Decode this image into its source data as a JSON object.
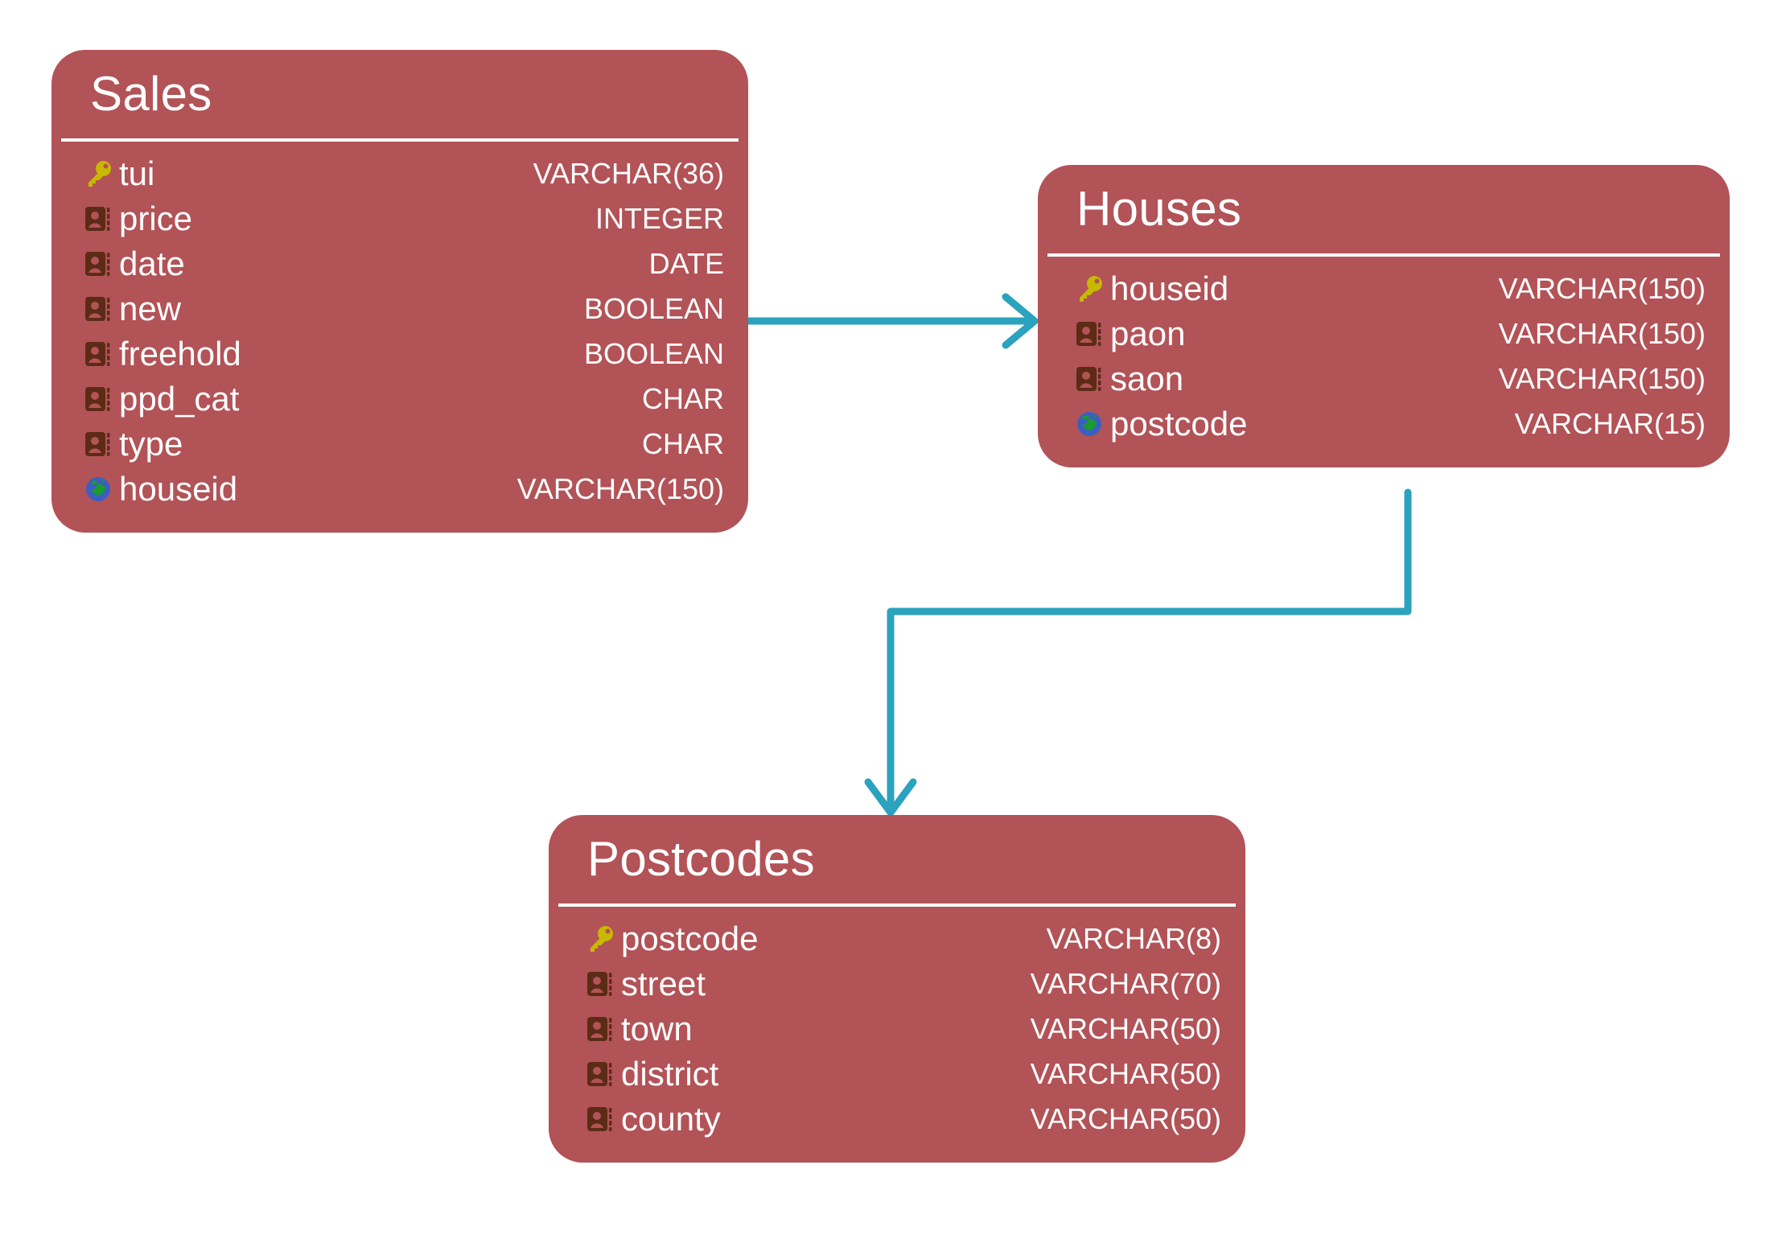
{
  "diagram": {
    "type": "entity-relationship-diagram",
    "background_color": "#ffffff",
    "entity_color": "#b25357",
    "text_color": "#ffffff",
    "connector_color": "#2ba2be",
    "icon_colors": {
      "primary-key": "#c8b800",
      "attribute": "#5c2b16",
      "foreign-key-globe-ocean": "#3b5fc0",
      "foreign-key-globe-land": "#1a9c2e"
    }
  },
  "entities": [
    {
      "name": "Sales",
      "fields": [
        {
          "icon": "key-icon",
          "key": "primary",
          "name": "tui",
          "type": "VARCHAR(36)"
        },
        {
          "icon": "card-icon",
          "key": "none",
          "name": "price",
          "type": "INTEGER"
        },
        {
          "icon": "card-icon",
          "key": "none",
          "name": "date",
          "type": "DATE"
        },
        {
          "icon": "card-icon",
          "key": "none",
          "name": "new",
          "type": "BOOLEAN"
        },
        {
          "icon": "card-icon",
          "key": "none",
          "name": "freehold",
          "type": "BOOLEAN"
        },
        {
          "icon": "card-icon",
          "key": "none",
          "name": "ppd_cat",
          "type": "CHAR"
        },
        {
          "icon": "card-icon",
          "key": "none",
          "name": "type",
          "type": "CHAR"
        },
        {
          "icon": "globe-icon",
          "key": "foreign",
          "name": "houseid",
          "type": "VARCHAR(150)"
        }
      ]
    },
    {
      "name": "Houses",
      "fields": [
        {
          "icon": "key-icon",
          "key": "primary",
          "name": "houseid",
          "type": "VARCHAR(150)"
        },
        {
          "icon": "card-icon",
          "key": "none",
          "name": "paon",
          "type": "VARCHAR(150)"
        },
        {
          "icon": "card-icon",
          "key": "none",
          "name": "saon",
          "type": "VARCHAR(150)"
        },
        {
          "icon": "globe-icon",
          "key": "foreign",
          "name": "postcode",
          "type": "VARCHAR(15)"
        }
      ]
    },
    {
      "name": "Postcodes",
      "fields": [
        {
          "icon": "key-icon",
          "key": "primary",
          "name": "postcode",
          "type": "VARCHAR(8)"
        },
        {
          "icon": "card-icon",
          "key": "none",
          "name": "street",
          "type": "VARCHAR(70)"
        },
        {
          "icon": "card-icon",
          "key": "none",
          "name": "town",
          "type": "VARCHAR(50)"
        },
        {
          "icon": "card-icon",
          "key": "none",
          "name": "district",
          "type": "VARCHAR(50)"
        },
        {
          "icon": "card-icon",
          "key": "none",
          "name": "county",
          "type": "VARCHAR(50)"
        }
      ]
    }
  ],
  "relationships": [
    {
      "from": "Sales.houseid",
      "to": "Houses.houseid",
      "name": "sales-to-houses"
    },
    {
      "from": "Houses.postcode",
      "to": "Postcodes.postcode",
      "name": "houses-to-postcodes"
    }
  ]
}
